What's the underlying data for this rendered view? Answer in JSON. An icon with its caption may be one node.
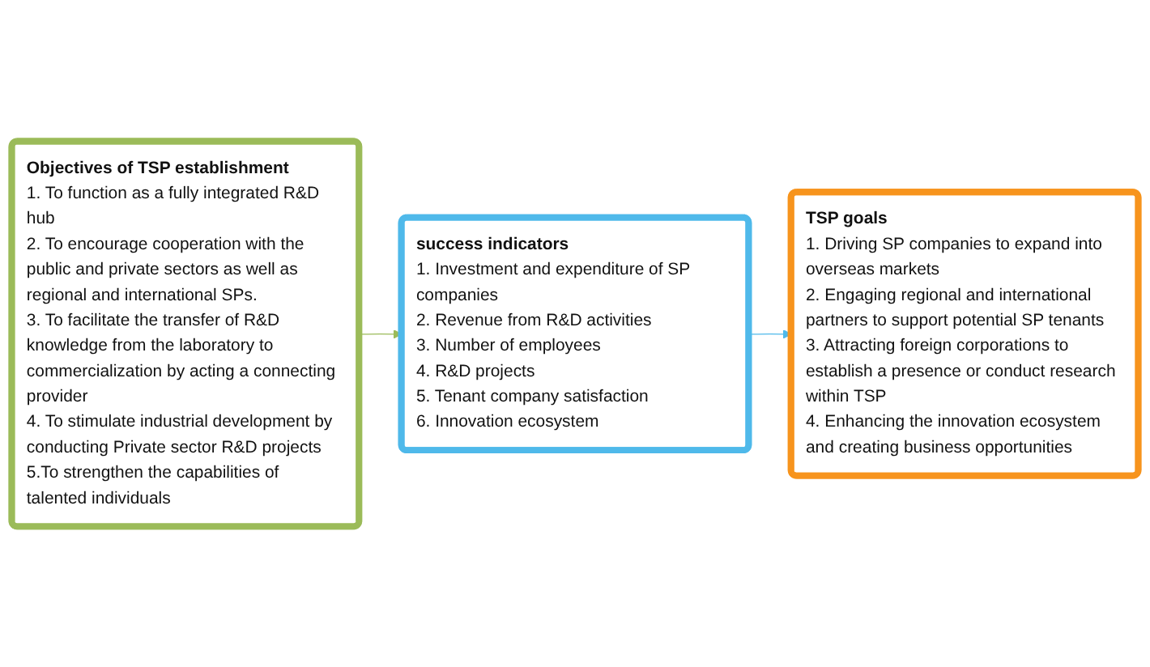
{
  "diagram": {
    "nodes": [
      {
        "text": [
          "Objectives of TSP establishment",
          "1. To function as a fully integrated R&D hub",
          "2. To encourage cooperation with the public and private sectors as well as regional and international SPs.",
          "3. To facilitate the transfer of R&D knowledge from the laboratory to commercialization by acting a connecting provider",
          "4. To stimulate industrial development by conducting Private sector R&D projects",
          "5.To strengthen the capabilities of talented individuals"
        ]
      },
      {
        "text": [
          "success indicators",
          "1. Investment and expenditure of SP companies",
          "2. Revenue from R&D activities",
          "3. Number of employees",
          "4. R&D projects",
          "5. Tenant company satisfaction",
          "6. Innovation ecosystem"
        ]
      },
      {
        "text": [
          "TSP goals",
          "1. Driving SP companies to expand into overseas markets",
          "2. Engaging regional and international partners to support potential SP tenants",
          "3. Attracting foreign corporations to establish a presence or conduct research within TSP",
          "4. Enhancing the innovation ecosystem and creating business opportunities"
        ]
      }
    ],
    "edges": [
      {
        "from": 0,
        "to": 1,
        "arrow": "to",
        "color": "#9bbb59"
      },
      {
        "from": 1,
        "to": 2,
        "arrow": "to",
        "color": "#4fb9ea"
      }
    ]
  }
}
